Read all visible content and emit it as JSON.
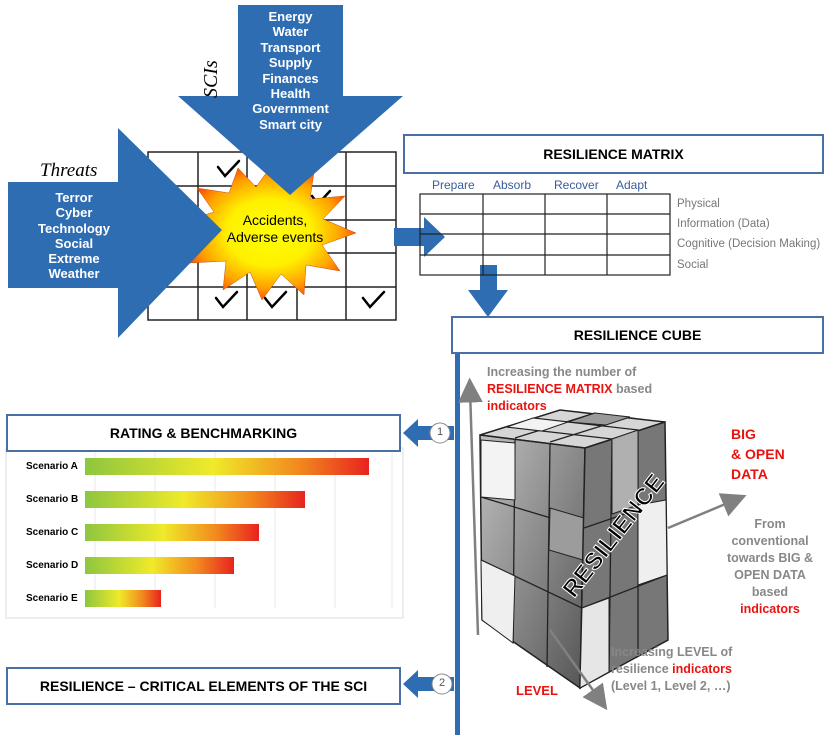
{
  "sci": {
    "title": "SCIs",
    "items": [
      "Energy",
      "Water",
      "Transport",
      "Supply",
      "Finances",
      "Health",
      "Government",
      "Smart city"
    ]
  },
  "threats": {
    "title": "Threats",
    "items": [
      "Terror",
      "Cyber",
      "Technology",
      "Social",
      "Extreme",
      "Weather"
    ]
  },
  "accidents": {
    "line1": "Accidents,",
    "line2": "Adverse events"
  },
  "matrix": {
    "title": "RESILIENCE MATRIX",
    "columns": [
      "Prepare",
      "Absorb",
      "Recover",
      "Adapt"
    ],
    "rows": [
      "Physical",
      "Information (Data)",
      "Cognitive (Decision Making)",
      "Social"
    ]
  },
  "cube": {
    "title": "RESILIENCE CUBE",
    "face_label": "RESILIENCE",
    "up_axis": {
      "line1": "Increasing the number of",
      "red": "RESILIENCE MATRIX",
      "tail": " based",
      "red2": "indicators"
    },
    "right_axis": {
      "red": [
        "BIG",
        "& OPEN",
        "DATA"
      ],
      "desc": [
        "From",
        "conventional",
        "towards BIG &",
        "OPEN DATA",
        "based"
      ],
      "red2": "indicators"
    },
    "down_axis": {
      "line1": "Increasing LEVEL of",
      "line2_pre": "resilience ",
      "line2_red": "indicators",
      "line3": "(Level 1, Level 2, …)",
      "level": "LEVEL"
    }
  },
  "rating": {
    "title": "RATING & BENCHMARKING",
    "badge": "1",
    "scenarios": [
      {
        "name": "Scenario A",
        "value": 0.93
      },
      {
        "name": "Scenario B",
        "value": 0.72
      },
      {
        "name": "Scenario C",
        "value": 0.57
      },
      {
        "name": "Scenario D",
        "value": 0.49
      },
      {
        "name": "Scenario E",
        "value": 0.25
      }
    ]
  },
  "critical": {
    "title": "RESILIENCE – CRITICAL ELEMENTS OF THE SCI",
    "badge": "2"
  },
  "colors": {
    "arrow_blue": "#2f6db3",
    "box_border": "#4a6fa5",
    "red_text": "#e8130f",
    "gray_text": "#888888"
  }
}
